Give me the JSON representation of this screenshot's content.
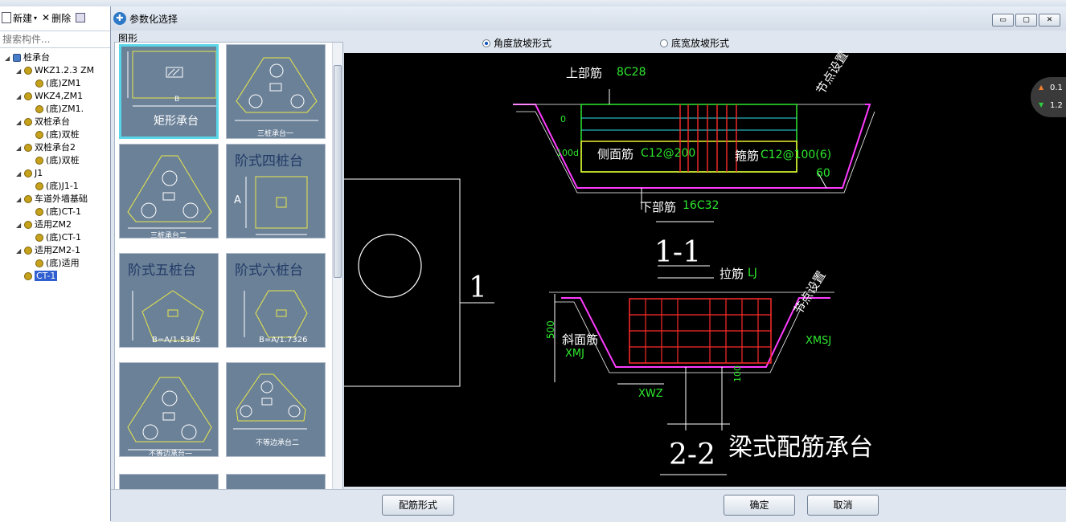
{
  "left_panel": {
    "new_label": "新建",
    "delete_label": "删除",
    "search_placeholder": "搜索构件...",
    "tree": [
      {
        "label": "桩承台",
        "level": 0,
        "icon": "folder"
      },
      {
        "label": "WKZ1.2.3 ZM",
        "level": 1
      },
      {
        "label": "(底)ZM1",
        "level": 2
      },
      {
        "label": "WKZ4,ZM1",
        "level": 1
      },
      {
        "label": "(底)ZM1.",
        "level": 2
      },
      {
        "label": "双桩承台",
        "level": 1
      },
      {
        "label": "(底)双桩",
        "level": 2
      },
      {
        "label": "双桩承台2",
        "level": 1
      },
      {
        "label": "(底)双桩",
        "level": 2
      },
      {
        "label": "J1",
        "level": 1
      },
      {
        "label": "(底)J1-1",
        "level": 2
      },
      {
        "label": "车道外墙基础",
        "level": 1
      },
      {
        "label": "(底)CT-1",
        "level": 2
      },
      {
        "label": "适用ZM2",
        "level": 1
      },
      {
        "label": "(底)CT-1",
        "level": 2
      },
      {
        "label": "适用ZM2-1",
        "level": 1
      },
      {
        "label": "(底)适用",
        "level": 2
      },
      {
        "label": "CT-1",
        "level": 1,
        "selected": true
      }
    ]
  },
  "dialog": {
    "title": "参数化选择",
    "shapes_label": "图形",
    "shapes": [
      {
        "label": "矩形承台",
        "sub": "B"
      },
      {
        "label": "三桩承台一"
      },
      {
        "label": "三桩承台二"
      },
      {
        "label": "阶式四桩台",
        "sub": "A"
      },
      {
        "label": "阶式五桩台",
        "sub": "B=A/1.5385"
      },
      {
        "label": "阶式六桩台",
        "sub": "B=A/1.7326"
      },
      {
        "label": "不等边承台一"
      },
      {
        "label": "不等边承台二"
      }
    ],
    "radio_angle": "角度放坡形式",
    "radio_bottom": "底宽放坡形式",
    "buttons": {
      "rebar": "配筋形式",
      "ok": "确定",
      "cancel": "取消"
    },
    "win": {
      "min": "▭",
      "max": "▢",
      "close": "✕"
    }
  },
  "drawing": {
    "top_rebar": "上部筋",
    "top_rebar_val": "8C28",
    "side_rebar": "侧面筋",
    "side_rebar_val": "C12@200",
    "stirrup": "箍筋",
    "stirrup_val": "C12@100(6)",
    "bottom_rebar": "下部筋",
    "bottom_rebar_val": "16C32",
    "angle": "60",
    "zero": "0",
    "node_setting": "节点设置",
    "section_11": "1-1",
    "section_22": "2-2",
    "section_1": "1",
    "tie": "拉筋",
    "tie_val": "LJ",
    "slope_rebar": "斜面筋",
    "xmj": "XMJ",
    "xmsj": "XMSJ",
    "xwz": "XWZ",
    "dim_500": "500",
    "dim_100": "100",
    "dim_100d": "100d",
    "title": "梁式配筋承台"
  },
  "float_widget": {
    "v1": "0.1",
    "v2": "1.2"
  }
}
